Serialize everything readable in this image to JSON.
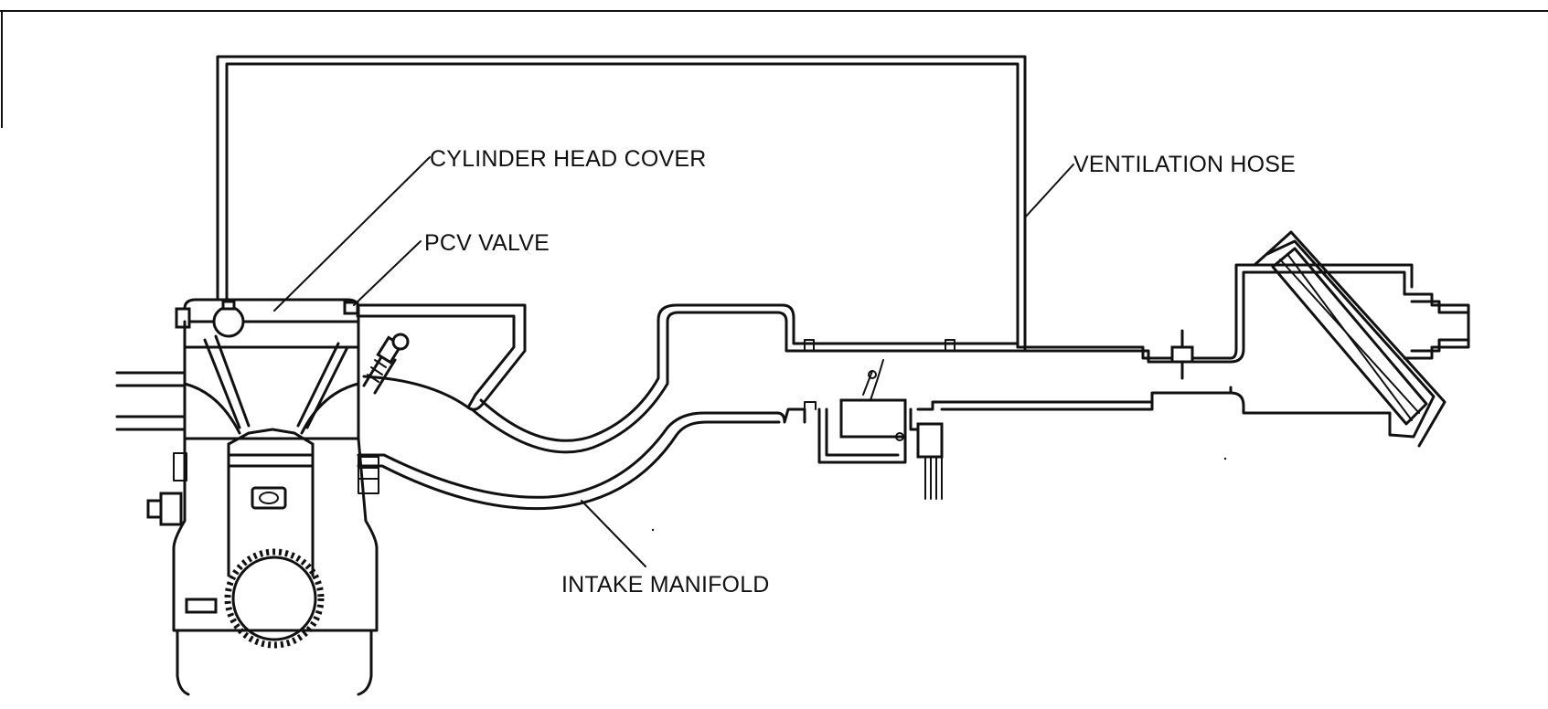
{
  "diagram": {
    "labels": {
      "cylinder_head_cover": "CYLINDER HEAD COVER",
      "pcv_valve": "PCV VALVE",
      "ventilation_hose": "VENTILATION HOSE",
      "intake_manifold": "INTAKE MANIFOLD"
    }
  }
}
